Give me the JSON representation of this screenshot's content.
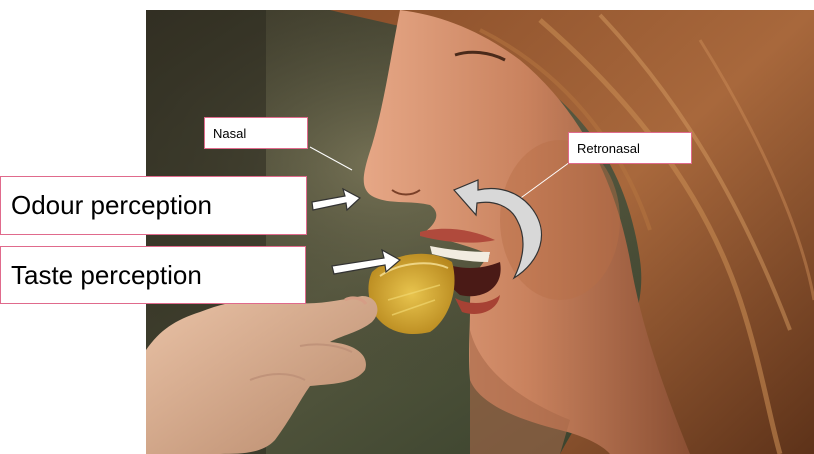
{
  "labels": {
    "nasal": "Nasal",
    "retronasal": "Retronasal",
    "odour": "Odour perception",
    "taste": "Taste perception"
  },
  "colors": {
    "label_border": "#e06a8c",
    "arrow_fill": "#ffffff",
    "curved_arrow_fill": "#d8d8d8"
  }
}
